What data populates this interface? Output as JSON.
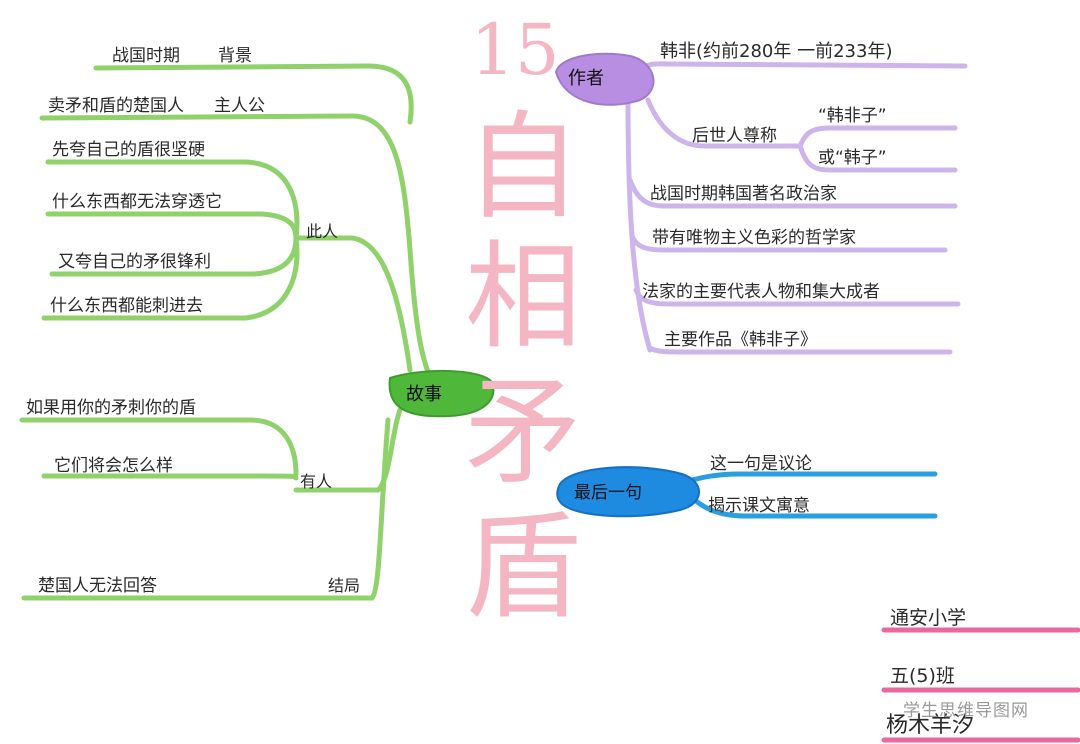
{
  "title": {
    "number": "15",
    "chars": [
      "自",
      "相",
      "矛",
      "盾"
    ]
  },
  "story": {
    "center": "故事",
    "background": {
      "text": "战国时期",
      "tag": "背景"
    },
    "protagonist": {
      "text": "卖矛和盾的楚国人",
      "tag": "主人公"
    },
    "this_person": {
      "label": "此人",
      "items": [
        "先夸自己的盾很坚硬",
        "什么东西都无法穿透它",
        "又夸自己的矛很锋利",
        "什么东西都能刺进去"
      ]
    },
    "someone": {
      "label": "有人",
      "items": [
        "如果用你的矛刺你的盾",
        "它们将会怎么样"
      ]
    },
    "ending": {
      "label": "结局",
      "text": "楚国人无法回答"
    }
  },
  "author": {
    "center": "作者",
    "name": "韩非(约前280年 一前233年)",
    "honor_label": "后世人尊称",
    "honors": [
      "“韩非子”",
      "或“韩子”"
    ],
    "facts": [
      "战国时期韩国著名政治家",
      "带有唯物主义色彩的哲学家",
      "法家的主要代表人物和集大成者",
      "主要作品《韩非子》"
    ]
  },
  "last_sentence": {
    "center": "最后一句",
    "items": [
      "这一句是议论",
      "揭示课文寓意"
    ]
  },
  "credits": [
    "通安小学",
    "五(5)班",
    "杨木羊汐"
  ],
  "watermark": "学生思维导图网",
  "colors": {
    "green": "#8fd16a",
    "green_node": "#4fb83a",
    "purple": "#cdb4ea",
    "purple_node": "#b88ee2",
    "blue": "#2a9fe0",
    "blue_node": "#1e8ae0",
    "pink": "#e9689f",
    "title_pink": "#f3b6c2"
  }
}
